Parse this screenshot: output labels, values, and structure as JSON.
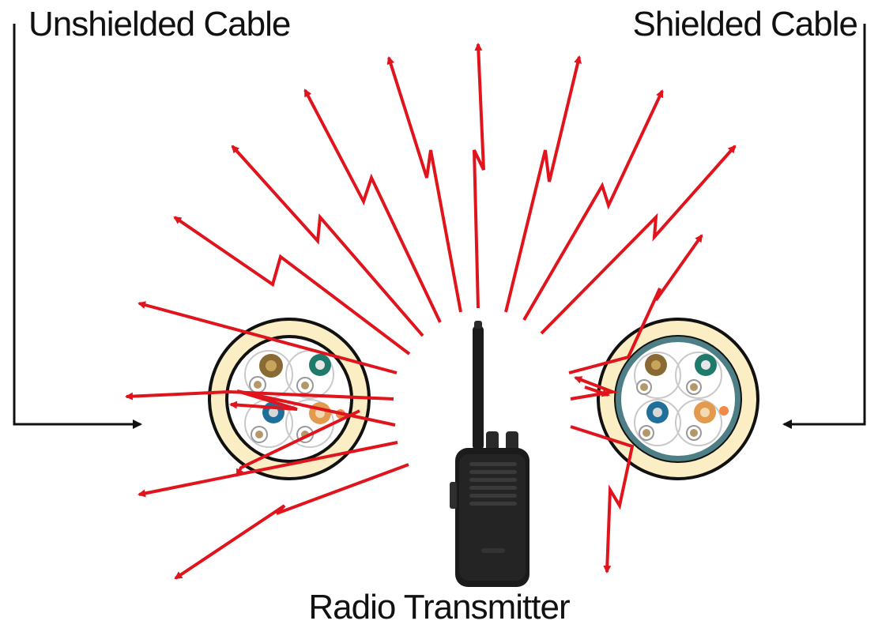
{
  "labels": {
    "unshielded": "Unshielded Cable",
    "shielded": "Shielded Cable",
    "transmitter": "Radio Transmitter"
  },
  "colors": {
    "radiation": "#e0141c",
    "bracket": "#111111",
    "jacket": "#fbeec4",
    "shield": "#4f7f86",
    "conductor_brown": "#8a6a34",
    "conductor_green": "#1f7a6c",
    "conductor_blue": "#1f6f9a",
    "conductor_orange": "#e49a4c",
    "radio_body": "#1b1b1b"
  },
  "icons": {
    "transmitter": "walkie-talkie-icon",
    "unshielded_cable": "cable-cross-section-icon",
    "shielded_cable": "shielded-cable-cross-section-icon"
  }
}
